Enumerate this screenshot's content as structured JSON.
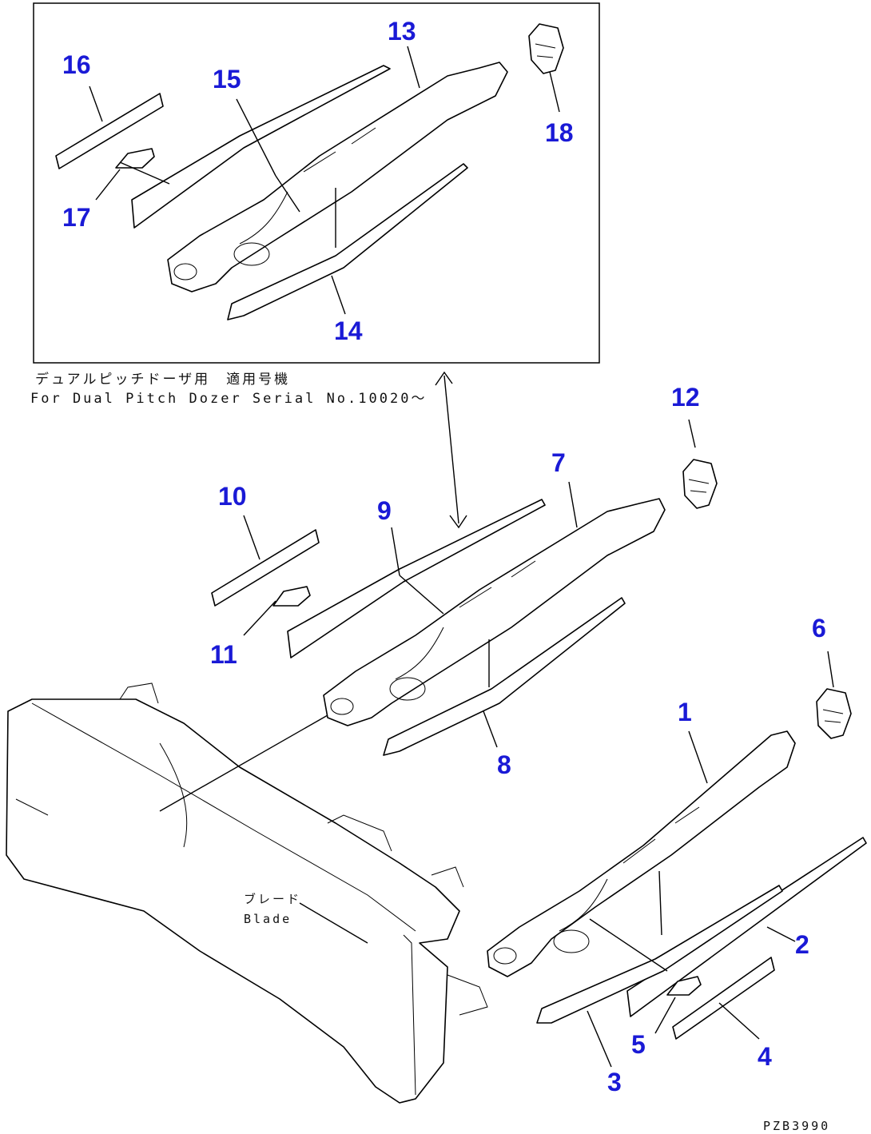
{
  "notes": {
    "dual_pitch_jp": "デュアルピッチドーザ用　適用号機",
    "dual_pitch_en": "For Dual Pitch Dozer  Serial No.10020～",
    "blade_jp": "ブレード",
    "blade_en": "Blade",
    "drawing_code": "PZB3990"
  },
  "callouts": [
    "1",
    "2",
    "3",
    "4",
    "5",
    "6",
    "7",
    "8",
    "9",
    "10",
    "11",
    "12",
    "13",
    "14",
    "15",
    "16",
    "17",
    "18"
  ]
}
